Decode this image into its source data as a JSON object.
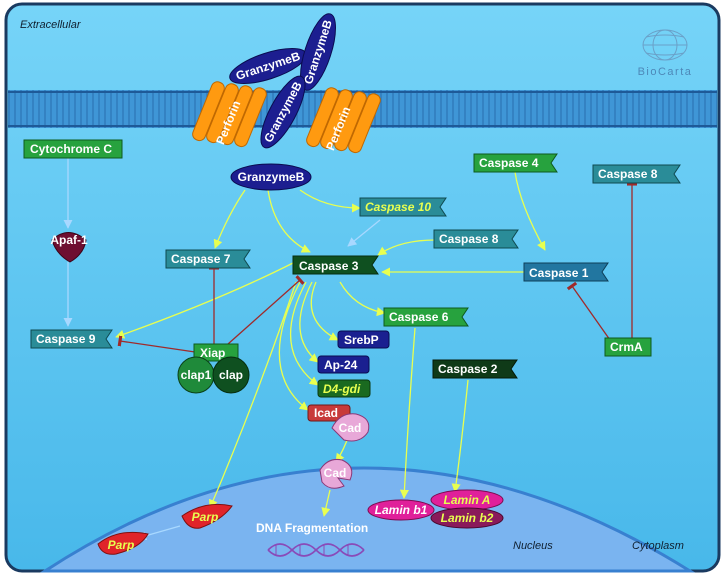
{
  "regions": {
    "extracellular": "Extracellular",
    "nucleus": "Nucleus",
    "cytoplasm": "Cytoplasm"
  },
  "logo": {
    "text": "BioCarta"
  },
  "proteins": {
    "granzyme_top1": "GranzymeB",
    "granzyme_top2": "GranzymeB",
    "granzyme_top3": "GranzymeB",
    "granzyme_main": "GranzymeB",
    "perforin_left": "Perforin",
    "perforin_right": "Perforin",
    "cytochrome_c": "Cytochrome C",
    "apaf1": "Apaf-1",
    "caspase9": "Caspase 9",
    "caspase7": "Caspase 7",
    "caspase3": "Caspase 3",
    "caspase10": "Caspase 10",
    "caspase8_mid": "Caspase 8",
    "caspase4": "Caspase 4",
    "caspase8_right": "Caspase 8",
    "caspase1": "Caspase 1",
    "caspase6": "Caspase 6",
    "caspase2": "Caspase 2",
    "crma": "CrmA",
    "xiap": "Xiap",
    "ciap1": "clap1",
    "ciap": "clap",
    "srebp": "SrebP",
    "ap24": "Ap-24",
    "d4gdi": "D4-gdi",
    "icad": "Icad",
    "cad_complex": "Cad",
    "cad_free": "Cad",
    "parp_cyto": "Parp",
    "parp_out": "Parp",
    "lamin_b1": "Lamin b1",
    "lamin_a": "Lamin A",
    "lamin_b2": "Lamin b2",
    "dna_fragmentation": "DNA Fragmentation"
  },
  "colors": {
    "background": "#5cc8f2",
    "membrane": "#3a8fd0",
    "nucleus": "#78b4f0",
    "arrow": "#e8ff50",
    "inhibit": "#a02a2a",
    "teal_box": "#2a8c98",
    "green_box": "#25a040",
    "dark_green_box": "#0f5020",
    "navy_box": "#1a2090",
    "perforin": "#ff9a10",
    "lamin_pink": "#e0209a"
  }
}
